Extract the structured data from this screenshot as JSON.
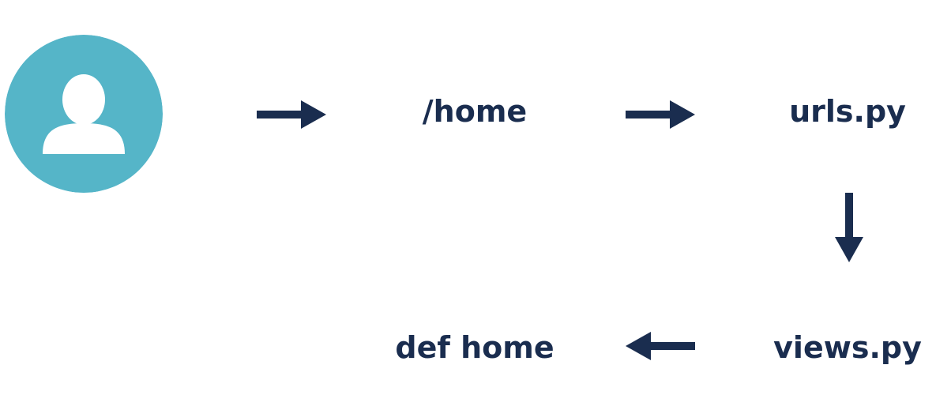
{
  "diagram": {
    "nodes": {
      "home_route": "/home",
      "urls_file": "urls.py",
      "views_file": "views.py",
      "home_function": "def home"
    },
    "icons": {
      "user": "user-icon",
      "arrow": "arrow-icon"
    },
    "colors": {
      "avatar_bg": "#55b5c8",
      "avatar_fg": "#ffffff",
      "text": "#1a2d4f",
      "arrow": "#1a2d4f"
    }
  }
}
